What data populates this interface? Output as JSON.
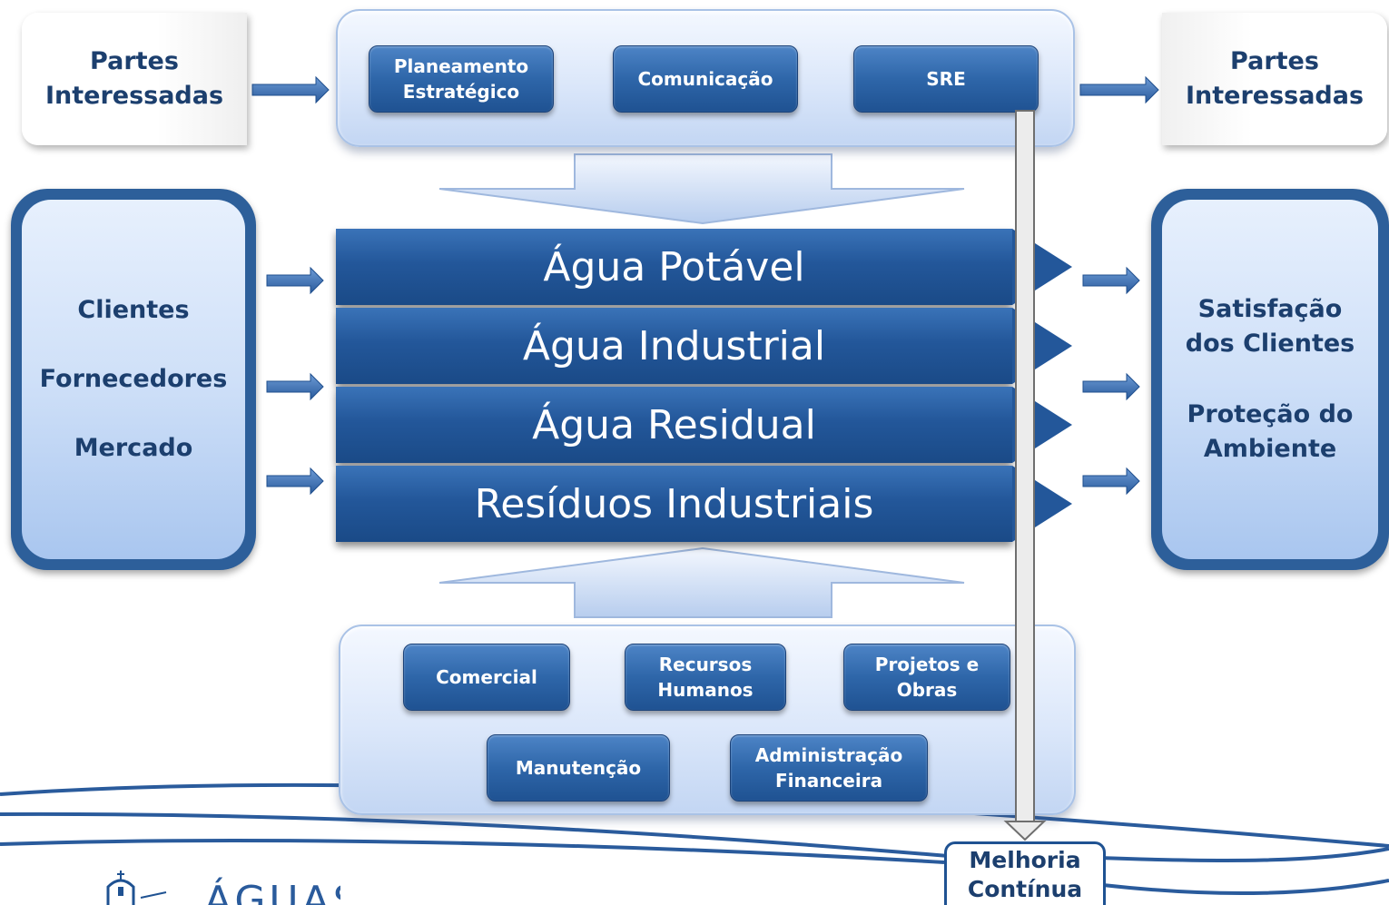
{
  "stakeholders_left": [
    "Partes",
    "Interessadas"
  ],
  "stakeholders_right": [
    "Partes",
    "Interessadas"
  ],
  "management": {
    "planning": [
      "Planeamento",
      "Estratégico"
    ],
    "communication": "Comunicação",
    "sre": "SRE"
  },
  "inputs": [
    "Clientes",
    "Fornecedores",
    "Mercado"
  ],
  "outputs": {
    "satisfaction": [
      "Satisfação",
      "dos Clientes"
    ],
    "environment": [
      "Proteção do",
      "Ambiente"
    ]
  },
  "processes": [
    "Água Potável",
    "Água Industrial",
    "Água Residual",
    "Resíduos Industriais"
  ],
  "support": {
    "commercial": "Comercial",
    "hr": [
      "Recursos",
      "Humanos"
    ],
    "projects": [
      "Projetos e",
      "Obras"
    ],
    "maintenance": "Manutenção",
    "finance": [
      "Administração",
      "Financeira"
    ]
  },
  "improvement": [
    "Melhoria",
    "Contínua"
  ],
  "logo_text": "ÁGUAS",
  "colors": {
    "dark_blue": "#1f5292",
    "text_blue": "#1c3f6e",
    "light_panel": "#dbe7fa"
  }
}
